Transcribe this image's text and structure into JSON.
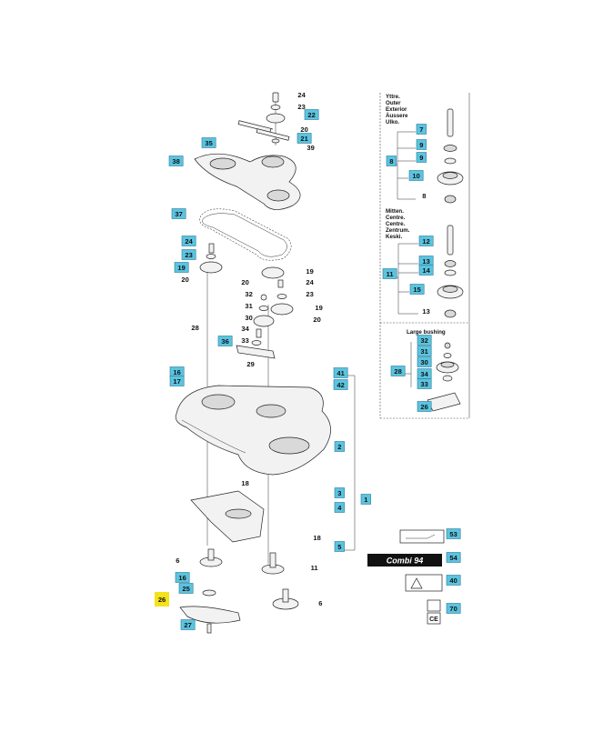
{
  "diagram": {
    "page_tag": "26",
    "brand_badge": "Combi 94",
    "ce_mark": "CE",
    "side_panel": {
      "outer_header": [
        "Yttre.",
        "Outer",
        "Exterior",
        "Äussere",
        "Ulko."
      ],
      "centre_header": [
        "Mitten.",
        "Centre.",
        "Centre.",
        "Zentrum.",
        "Keski."
      ],
      "large_bushing_header": "Large bushing"
    },
    "labels": {
      "l1": "1",
      "l2": "2",
      "l3": "3",
      "l4": "4",
      "l5": "5",
      "l6a": "6",
      "l6b": "6",
      "l7": "7",
      "l8a": "8",
      "l8b": "8",
      "l9a": "9",
      "l9b": "9",
      "l10": "10",
      "l11a": "11",
      "l11b": "11",
      "l12": "12",
      "l13a": "13",
      "l13b": "13",
      "l14": "14",
      "l15": "15",
      "l16a": "16",
      "l16b": "16",
      "l17": "17",
      "l18a": "18",
      "l18b": "18",
      "l19a": "19",
      "l19b": "19",
      "l19c": "19",
      "l20a": "20",
      "l20b": "20",
      "l20c": "20",
      "l20d": "20",
      "l21": "21",
      "l22": "22",
      "l23a": "23",
      "l23b": "23",
      "l23c": "23",
      "l24a": "24",
      "l24b": "24",
      "l24c": "24",
      "l25": "25",
      "l26a": "26",
      "l26b": "26",
      "l27": "27",
      "l28a": "28",
      "l28b": "28",
      "l29": "29",
      "l30a": "30",
      "l30b": "30",
      "l31a": "31",
      "l31b": "31",
      "l32a": "32",
      "l32b": "32",
      "l33a": "33",
      "l33b": "33",
      "l34a": "34",
      "l34b": "34",
      "l35": "35",
      "l36": "36",
      "l37": "37",
      "l38": "38",
      "l39": "39",
      "l40": "40",
      "l41": "41",
      "l42": "42",
      "l53": "53",
      "l54": "54",
      "l70": "70"
    },
    "colors": {
      "callout_fill": "#5bc4e0",
      "page_tag_fill": "#f4e21a",
      "line": "#222222"
    }
  }
}
